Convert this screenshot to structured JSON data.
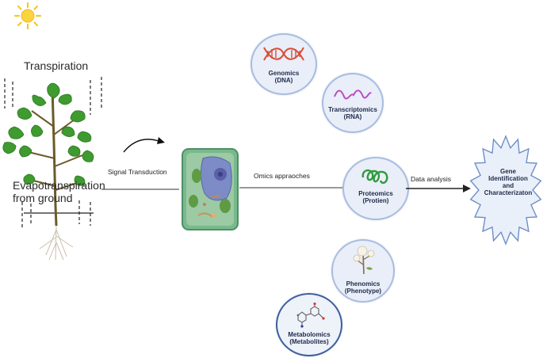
{
  "labels": {
    "transpiration": "Transpiration",
    "evapo_line1": "Evapotranspiration",
    "evapo_line2": "from ground",
    "signal": "Signal Transduction",
    "omics": "Omics appraoches",
    "data_analysis": "Data analysis"
  },
  "omics": [
    {
      "name": "Genomics",
      "sub": "(DNA)"
    },
    {
      "name": "Transcriptomics",
      "sub": "(RNA)"
    },
    {
      "name": "Proteomics",
      "sub": "(Protien)"
    },
    {
      "name": "Phenomics",
      "sub": "(Phenotype)"
    },
    {
      "name": "Metabolomics",
      "sub": "(Metabolites)"
    }
  ],
  "result": {
    "line1": "Gene",
    "line2": "Identification",
    "line3": "and",
    "line4": "Characterizaton"
  },
  "colors": {
    "sun": "#f7c62c",
    "leaf": "#3f9a2f",
    "cell_wall": "#6fb08a",
    "dna": "#d94d38",
    "rna": "#b84fc4",
    "protein": "#2f9a3d",
    "circle_fill": "#e9eef8",
    "circle_border": "#a9bde0",
    "star_fill": "#eaf0fa"
  }
}
